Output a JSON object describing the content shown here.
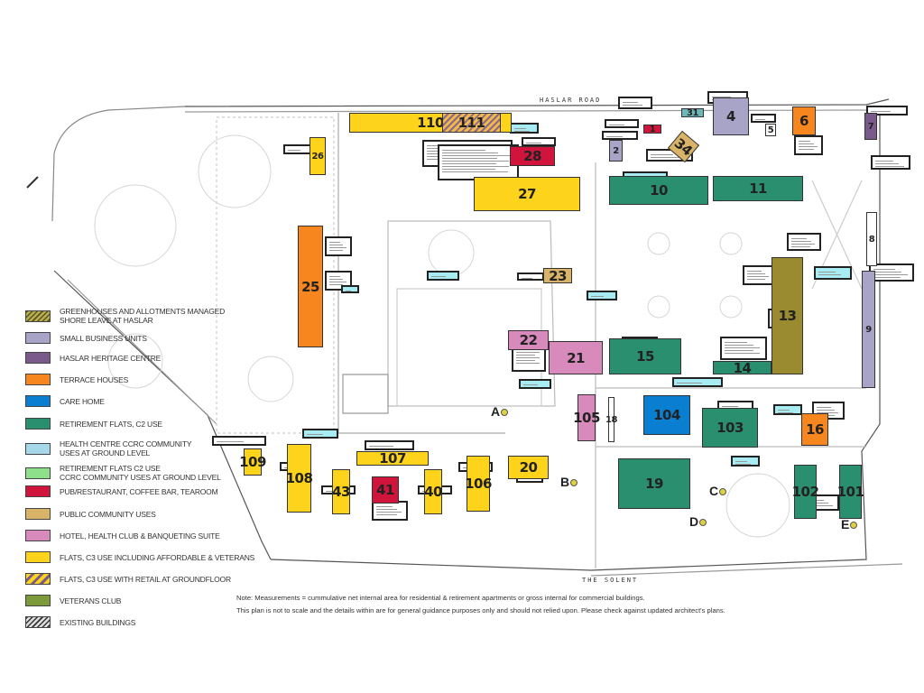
{
  "roads": {
    "top": "HASLAR ROAD",
    "bottom": "THE SOLENT"
  },
  "legend": [
    {
      "label": "GREENHOUSES AND ALLOTMENTS MANAGED\nSHORE LEAVE AT HASLAR",
      "color": "#9a9440",
      "pattern": "hatch-olive"
    },
    {
      "label": "SMALL BUSINESS UNITS",
      "color": "#a8a4c8",
      "pattern": "solid"
    },
    {
      "label": "HASLAR HERITAGE CENTRE",
      "color": "#7a5a8a",
      "pattern": "solid"
    },
    {
      "label": "TERRACE HOUSES",
      "color": "#f7861e",
      "pattern": "solid"
    },
    {
      "label": "CARE HOME",
      "color": "#0a7fd1",
      "pattern": "solid"
    },
    {
      "label": "RETIREMENT FLATS, C2 USE",
      "color": "#2a8f6e",
      "pattern": "solid"
    },
    {
      "label": "HEALTH CENTRE CCRC COMMUNITY\nUSES AT GROUND LEVEL",
      "color": "#a6d8ea",
      "pattern": "solid"
    },
    {
      "label": "RETIREMENT FLATS C2 USE\nCCRC COMMUNITY USES AT GROUND LEVEL",
      "color": "#8ee08a",
      "pattern": "solid"
    },
    {
      "label": "PUB/RESTAURANT, COFFEE BAR, TEAROOM",
      "color": "#d0143c",
      "pattern": "solid"
    },
    {
      "label": "PUBLIC COMMUNITY USES",
      "color": "#d9b468",
      "pattern": "solid"
    },
    {
      "label": "HOTEL, HEALTH CLUB & BANQUETING SUITE",
      "color": "#d98abc",
      "pattern": "solid"
    },
    {
      "label": "FLATS, C3 USE INCLUDING AFFORDABLE & VETERANS",
      "color": "#fdd31c",
      "pattern": "solid"
    },
    {
      "label": "FLATS, C3 USE WITH RETAIL AT GROUNDFLOOR",
      "color": "#fdd31c",
      "pattern": "stripe-purple"
    },
    {
      "label": "VETERANS CLUB",
      "color": "#7c9a3a",
      "pattern": "solid"
    },
    {
      "label": "EXISTING BUILDINGS",
      "color": "#777777",
      "pattern": "hatch-grey"
    }
  ],
  "buildings": [
    {
      "number": "110",
      "use": "flats"
    },
    {
      "number": "111",
      "use": "flats-retail"
    },
    {
      "number": "26",
      "use": "flats"
    },
    {
      "number": "28",
      "use": "pub"
    },
    {
      "number": "27",
      "use": "flats"
    },
    {
      "number": "25",
      "use": "terrace"
    },
    {
      "number": "23",
      "use": "public"
    },
    {
      "number": "22",
      "use": "hotel"
    },
    {
      "number": "21",
      "use": "hotel"
    },
    {
      "number": "105",
      "use": "hotel"
    },
    {
      "number": "18",
      "use": "existing"
    },
    {
      "number": "104",
      "use": "care"
    },
    {
      "number": "103",
      "use": "retirement"
    },
    {
      "number": "16",
      "use": "terrace"
    },
    {
      "number": "20",
      "use": "flats"
    },
    {
      "number": "19",
      "use": "retirement"
    },
    {
      "number": "102",
      "use": "retirement"
    },
    {
      "number": "101",
      "use": "retirement"
    },
    {
      "number": "109",
      "use": "flats"
    },
    {
      "number": "108",
      "use": "flats"
    },
    {
      "number": "107",
      "use": "flats"
    },
    {
      "number": "43",
      "use": "flats"
    },
    {
      "number": "41",
      "use": "pub"
    },
    {
      "number": "40",
      "use": "flats"
    },
    {
      "number": "106",
      "use": "flats"
    },
    {
      "number": "10",
      "use": "retirement"
    },
    {
      "number": "11",
      "use": "retirement"
    },
    {
      "number": "13",
      "use": "greenhouses"
    },
    {
      "number": "15",
      "use": "retirement"
    },
    {
      "number": "14",
      "use": "retirement"
    },
    {
      "number": "9",
      "use": "business"
    },
    {
      "number": "8",
      "use": "existing"
    },
    {
      "number": "7",
      "use": "heritage"
    },
    {
      "number": "4",
      "use": "business"
    },
    {
      "number": "2",
      "use": "business"
    },
    {
      "number": "1",
      "use": "pub"
    },
    {
      "number": "31",
      "use": "health"
    },
    {
      "number": "34",
      "use": "public"
    },
    {
      "number": "5",
      "use": "existing"
    },
    {
      "number": "6",
      "use": "terrace"
    }
  ],
  "points": [
    "A",
    "B",
    "C",
    "D",
    "E"
  ],
  "note": {
    "line1": "Note: Measurements = cummulative net internal area for residential & retirement apartments or gross internal for commercial buildings.",
    "line2": "This plan is not to scale and the details within are for general guidance purposes only and should not relied upon. Please check against updated architect's plans."
  }
}
